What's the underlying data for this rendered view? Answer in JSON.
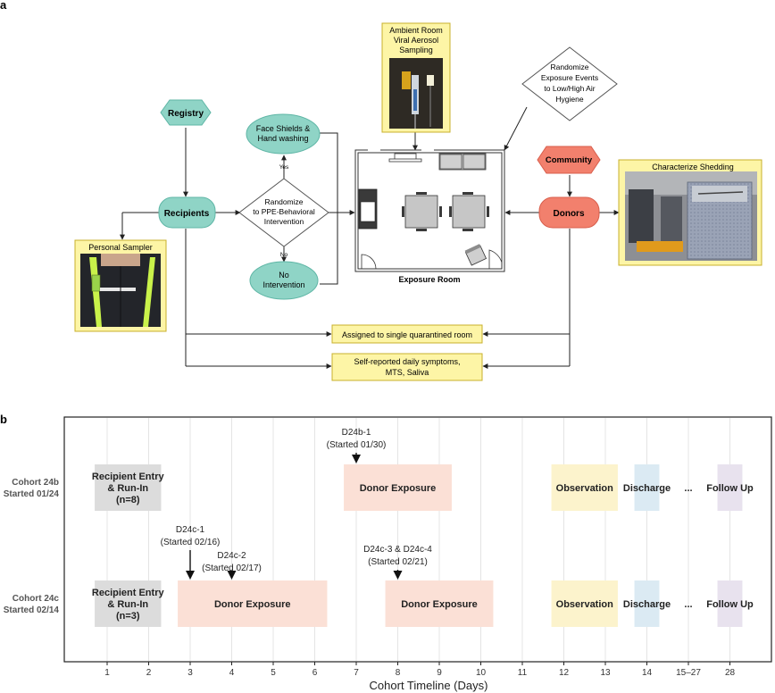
{
  "panel_a": {
    "label": "a",
    "nodes": {
      "registry": "Registry",
      "recipients": "Recipients",
      "randomize_ppe": [
        "Randomize",
        "to PPE-Behavioral",
        "Intervention"
      ],
      "face_shields": [
        "Face Shields &",
        "Hand washing"
      ],
      "no_intervention": [
        "No",
        "Intervention"
      ],
      "yes": "Yes",
      "no": "No",
      "exposure_room": "Exposure Room",
      "ambient_sampling": [
        "Ambient Room",
        "Viral Aerosol",
        "Sampling"
      ],
      "randomize_exposure": [
        "Randomize",
        "Exposure Events",
        "to Low/High Air",
        "Hygiene"
      ],
      "community": "Community",
      "donors": "Donors",
      "characterize_shedding": "Characterize Shedding",
      "personal_sampler": "Personal Sampler",
      "assigned_room": "Assigned to single quarantined room",
      "self_reported": [
        "Self-reported daily symptoms,",
        "MTS, Saliva"
      ]
    }
  },
  "panel_b": {
    "label": "b",
    "chart_data": {
      "type": "gantt",
      "xlabel": "Cohort Timeline (Days)",
      "x_ticks": [
        "1",
        "2",
        "3",
        "4",
        "5",
        "6",
        "7",
        "8",
        "9",
        "10",
        "11",
        "12",
        "13",
        "14",
        "15–27",
        "28"
      ],
      "grid": true,
      "ellipsis": "...",
      "cohorts": [
        {
          "label": [
            "Cohort 24b",
            "Started 01/24"
          ],
          "phases": [
            {
              "name": [
                "Recipient Entry",
                "& Run-In",
                "(n=8)"
              ],
              "start": 0.7,
              "end": 2.3,
              "color": "#dcdcdc"
            },
            {
              "name": [
                "Donor Exposure"
              ],
              "start": 6.7,
              "end": 9.3,
              "color": "#fbe0d6"
            },
            {
              "name": [
                "Observation"
              ],
              "start": 11.7,
              "end": 13.3,
              "color": "#fcf3cc"
            },
            {
              "name": [
                "Discharge"
              ],
              "start": 13.7,
              "end": 14.3,
              "color": "#dbeaf3"
            },
            {
              "name": [
                "Follow Up"
              ],
              "start": 15.7,
              "end": 16.3,
              "color": "#e8e2ee"
            }
          ],
          "markers": [
            {
              "day": 7,
              "lines": [
                "D24b-1",
                "(Started 01/30)"
              ]
            }
          ]
        },
        {
          "label": [
            "Cohort 24c",
            "Started 02/14"
          ],
          "phases": [
            {
              "name": [
                "Recipient Entry",
                "& Run-In",
                "(n=3)"
              ],
              "start": 0.7,
              "end": 2.3,
              "color": "#dcdcdc"
            },
            {
              "name": [
                "Donor Exposure"
              ],
              "start": 2.7,
              "end": 6.3,
              "color": "#fbe0d6"
            },
            {
              "name": [
                "Donor Exposure"
              ],
              "start": 7.7,
              "end": 10.3,
              "color": "#fbe0d6"
            },
            {
              "name": [
                "Observation"
              ],
              "start": 11.7,
              "end": 13.3,
              "color": "#fcf3cc"
            },
            {
              "name": [
                "Discharge"
              ],
              "start": 13.7,
              "end": 14.3,
              "color": "#dbeaf3"
            },
            {
              "name": [
                "Follow Up"
              ],
              "start": 15.7,
              "end": 16.3,
              "color": "#e8e2ee"
            }
          ],
          "markers": [
            {
              "day": 3,
              "lines": [
                "D24c-1",
                "(Started 02/16)"
              ]
            },
            {
              "day": 4,
              "lines": [
                "D24c-2",
                "(Started 02/17)"
              ]
            },
            {
              "day": 8,
              "lines": [
                "D24c-3 & D24c-4",
                "(Started 02/21)"
              ]
            }
          ]
        }
      ]
    }
  },
  "colors": {
    "teal": "#8fd4c6",
    "teal_dark": "#5fb6a6",
    "salmon": "#f2806d",
    "salmon_dark": "#d85e4c",
    "note_yellow": "#fdf5a6",
    "note_border": "#c8b02c"
  }
}
